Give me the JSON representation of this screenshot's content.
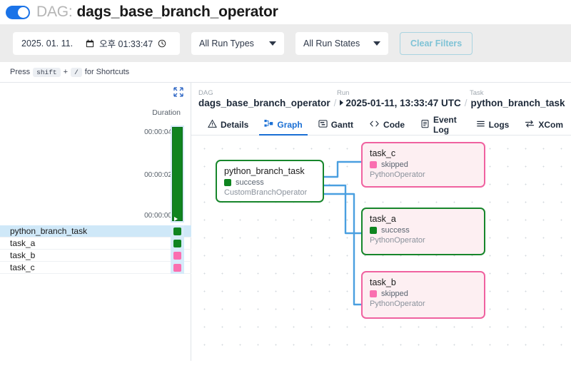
{
  "header": {
    "toggle_name": "dag-pause-toggle",
    "label": "DAG:",
    "dag_name": "dags_base_branch_operator"
  },
  "filters": {
    "date_value": "2025. 01. 11.",
    "time_value": "오후 01:33:47",
    "calendar_icon": "calendar-icon",
    "clock_icon": "clock-icon",
    "run_type": "All Run Types",
    "run_state": "All Run States",
    "clear_label": "Clear Filters"
  },
  "hint": {
    "press": "Press",
    "key1": "shift",
    "plus": "+",
    "key2": "/",
    "suffix": "for Shortcuts"
  },
  "sidebar": {
    "collapse_icon": "collapse-icon",
    "duration_label": "Duration",
    "axis": [
      "00:00:04",
      "00:00:02",
      "00:00:00"
    ],
    "bar": {
      "value": "00:00:04",
      "state": "success"
    },
    "tasks": [
      {
        "name": "python_branch_task",
        "state": "success",
        "selected": true
      },
      {
        "name": "task_a",
        "state": "success",
        "selected": false
      },
      {
        "name": "task_b",
        "state": "skipped",
        "selected": false
      },
      {
        "name": "task_c",
        "state": "skipped",
        "selected": false
      }
    ]
  },
  "breadcrumb": {
    "dag_kicker": "DAG",
    "dag_value": "dags_base_branch_operator",
    "run_kicker": "Run",
    "run_value": "2025-01-11, 13:33:47 UTC",
    "task_kicker": "Task",
    "task_value": "python_branch_task",
    "separator": "/"
  },
  "tabs": [
    {
      "label": "Details",
      "icon": "warning-triangle-icon",
      "active": false
    },
    {
      "label": "Graph",
      "icon": "graph-nodes-icon",
      "active": true
    },
    {
      "label": "Gantt",
      "icon": "gantt-chart-icon",
      "active": false
    },
    {
      "label": "Code",
      "icon": "code-brackets-icon",
      "active": false
    },
    {
      "label": "Event Log",
      "icon": "clipboard-icon",
      "active": false
    },
    {
      "label": "Logs",
      "icon": "list-lines-icon",
      "active": false
    },
    {
      "label": "XCom",
      "icon": "exchange-arrows-icon",
      "active": false
    }
  ],
  "graph": {
    "nodes": [
      {
        "id": "python_branch_task",
        "title": "python_branch_task",
        "status": "success",
        "operator": "CustomBranchOperator",
        "color": "green"
      },
      {
        "id": "task_c",
        "title": "task_c",
        "status": "skipped",
        "operator": "PythonOperator",
        "color": "pink"
      },
      {
        "id": "task_a",
        "title": "task_a",
        "status": "success",
        "operator": "PythonOperator",
        "color": "green"
      },
      {
        "id": "task_b",
        "title": "task_b",
        "status": "skipped",
        "operator": "PythonOperator",
        "color": "pink"
      }
    ],
    "edges": [
      {
        "from": "python_branch_task",
        "to": "task_c"
      },
      {
        "from": "python_branch_task",
        "to": "task_a"
      },
      {
        "from": "python_branch_task",
        "to": "task_b"
      }
    ]
  },
  "colors": {
    "success": "#0f8420",
    "skipped": "#fa6fb0",
    "accent": "#1a6fd4",
    "edge": "#4a9fe0"
  }
}
